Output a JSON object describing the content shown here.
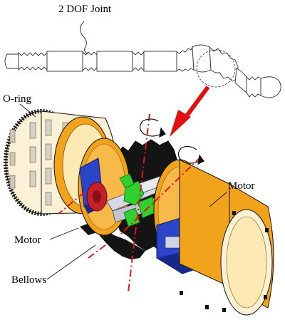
{
  "labels": {
    "joint": "2 DOF Joint",
    "oring": "O-ring",
    "motor_right": "Motor",
    "motor_left": "Motor",
    "bellows": "Bellows"
  },
  "colors": {
    "shell": "#f2a31c",
    "shell_inner": "#fce9b4",
    "shell_light": "#fbf1d6",
    "bellows": "#141414",
    "motor_blue": "#2b45c8",
    "motor_blue_dark": "#18288a",
    "gear_red": "#c8202a",
    "frame_green": "#2fd12f",
    "axis_red": "#e01818",
    "arrow_red": "#e01010"
  }
}
